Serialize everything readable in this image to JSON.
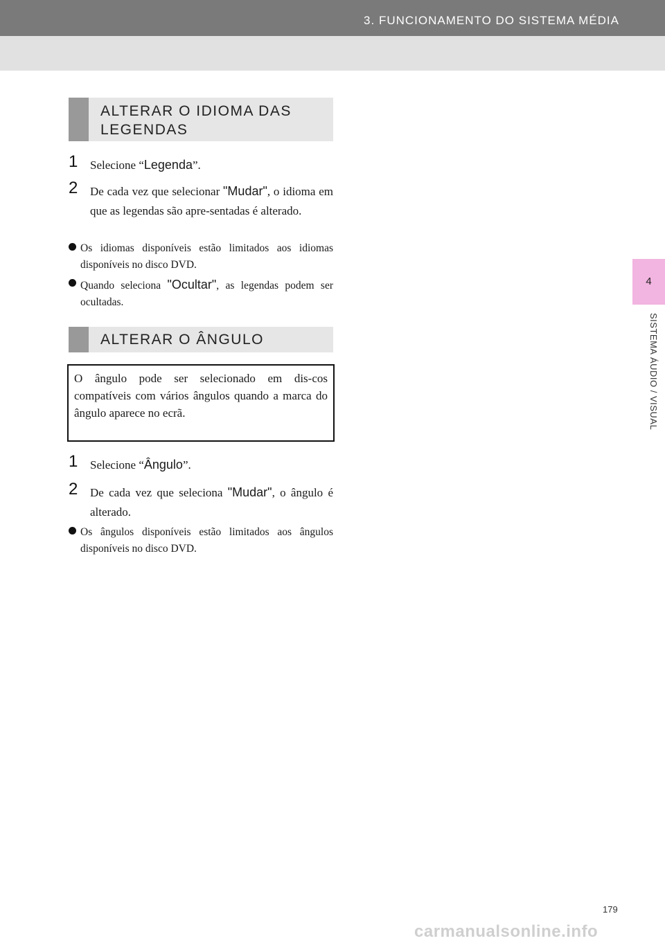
{
  "header": {
    "title": "3. FUNCIONAMENTO DO SISTEMA MÉDIA"
  },
  "chapter_tab": {
    "number": "4",
    "label": "SISTEMA ÁUDIO / VISUAL"
  },
  "section1": {
    "heading_line1": "ALTERAR O IDIOMA DAS",
    "heading_line2": "LEGENDAS",
    "step1": {
      "num": "1",
      "prefix": "Selecione “",
      "term": "Legenda",
      "suffix": "”."
    },
    "step2": {
      "num": "2",
      "prefix": "De cada vez que selecionar ",
      "term": "\"Mudar\"",
      "suffix": ", o idioma em que as legendas são apre-sentadas é alterado."
    },
    "note1": {
      "text": "Os idiomas disponíveis estão limitados aos idiomas disponíveis no disco DVD."
    },
    "note2": {
      "prefix": "Quando seleciona ",
      "term": "\"Ocultar\"",
      "suffix": ", as legendas podem ser ocultadas."
    }
  },
  "section2": {
    "heading": "ALTERAR O ÂNGULO",
    "info": "O ângulo pode ser selecionado em dis-cos compatíveis com vários ângulos quando a marca do ângulo aparece no ecrã.",
    "step1": {
      "num": "1",
      "prefix": "Selecione “",
      "term": "Ângulo",
      "suffix": "”."
    },
    "step2": {
      "num": "2",
      "prefix": "De cada vez que seleciona ",
      "term": "\"Mudar\"",
      "suffix": ", o ângulo é alterado."
    },
    "note1": {
      "text": "Os ângulos disponíveis estão limitados aos ângulos disponíveis no disco DVD."
    }
  },
  "page_number": "179",
  "watermark": "carmanualsonline.info"
}
